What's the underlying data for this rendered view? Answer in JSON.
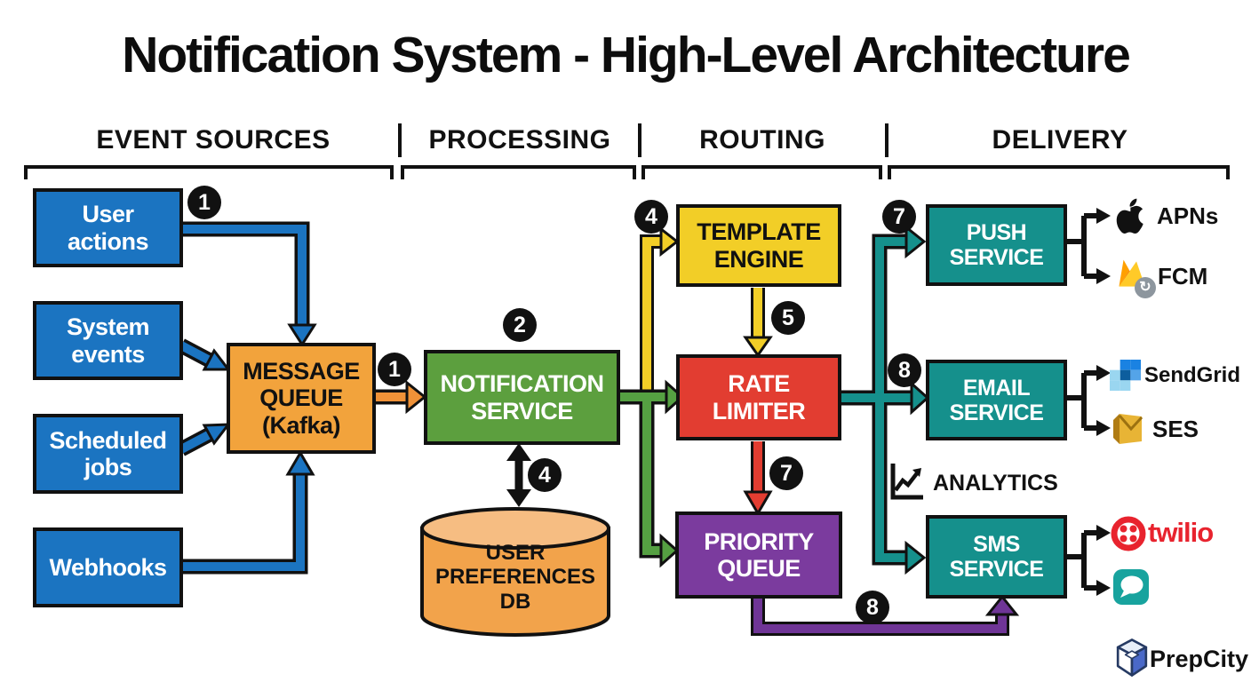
{
  "title": "Notification System - High-Level Architecture",
  "columns": {
    "event_sources": "EVENT SOURCES",
    "processing": "PROCESSING",
    "routing": "ROUTING",
    "delivery": "DELIVERY"
  },
  "nodes": {
    "user_actions": {
      "label": "User\nactions"
    },
    "system_events": {
      "label": "System\nevents"
    },
    "scheduled_jobs": {
      "label": "Scheduled\njobs"
    },
    "webhooks": {
      "label": "Webhooks"
    },
    "message_queue": {
      "label": "MESSAGE\nQUEUE\n(Kafka)"
    },
    "notification_service": {
      "label": "NOTIFICATION\nSERVICE"
    },
    "user_preferences_db": {
      "label": "USER\nPREFERENCES\nDB"
    },
    "template_engine": {
      "label": "TEMPLATE\nENGINE"
    },
    "rate_limiter": {
      "label": "RATE\nLIMITER"
    },
    "priority_queue": {
      "label": "PRIORITY\nQUEUE"
    },
    "push_service": {
      "label": "PUSH\nSERVICE"
    },
    "email_service": {
      "label": "EMAIL\nSERVICE"
    },
    "sms_service": {
      "label": "SMS\nSERVICE"
    }
  },
  "badges": {
    "b1a": "1",
    "b1b": "1",
    "b2": "2",
    "b4a": "4",
    "b4b": "4",
    "b5": "5",
    "b7a": "7",
    "b7b": "7",
    "b8a": "8",
    "b8b": "8"
  },
  "providers": {
    "apns": "APNs",
    "fcm": "FCM",
    "sendgrid": "SendGrid",
    "ses": "SES",
    "twilio": "twilio"
  },
  "labels": {
    "analytics": "ANALYTICS"
  },
  "brand": {
    "name": "PrepCity"
  },
  "colors": {
    "source_blue": "#1b74c1",
    "queue_orange": "#f2a33c",
    "service_green": "#5c9f3e",
    "template_yellow": "#f2ce27",
    "limiter_red": "#e23d31",
    "priority_purple": "#7b3b9e",
    "delivery_teal": "#15908c",
    "db_orange": "#f2a34b",
    "arrow_purple": "#6f3596",
    "outline_black": "#111111",
    "twilio_red": "#e8232e"
  }
}
